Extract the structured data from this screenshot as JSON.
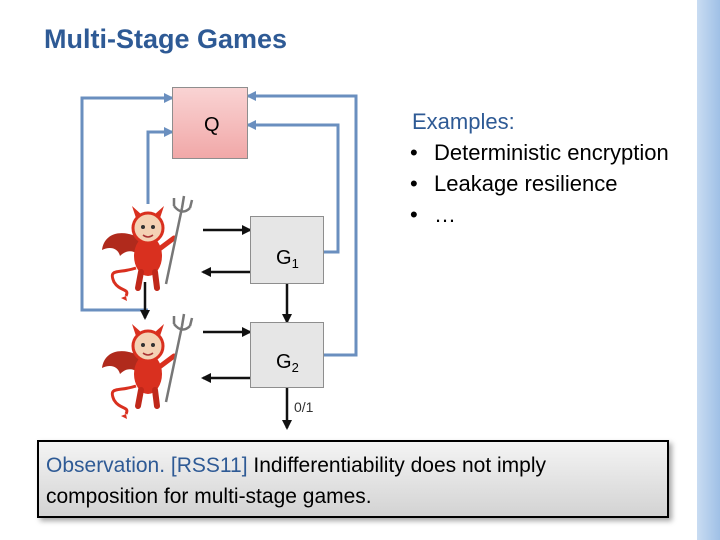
{
  "slide": {
    "title": "Multi-Stage Games"
  },
  "diagram": {
    "q_label": "Q",
    "g1_label": "G",
    "g1_sub": "1",
    "g2_label": "G",
    "g2_sub": "2",
    "output_label": "0/1",
    "adversary_icon": "devil-icon"
  },
  "examples": {
    "title": "Examples:",
    "items": [
      "Deterministic encryption",
      "Leakage resilience",
      "…"
    ]
  },
  "observation": {
    "label": "Observation.",
    "reference": "[RSS11]",
    "text": "Indifferentiability does not imply composition for multi-stage games."
  },
  "colors": {
    "title": "#2e5a95",
    "arrow_blue": "#6a8fbf",
    "q_fill": "#f4b9b9",
    "g_fill": "#e6e6e6",
    "devil_red": "#d9301f"
  }
}
